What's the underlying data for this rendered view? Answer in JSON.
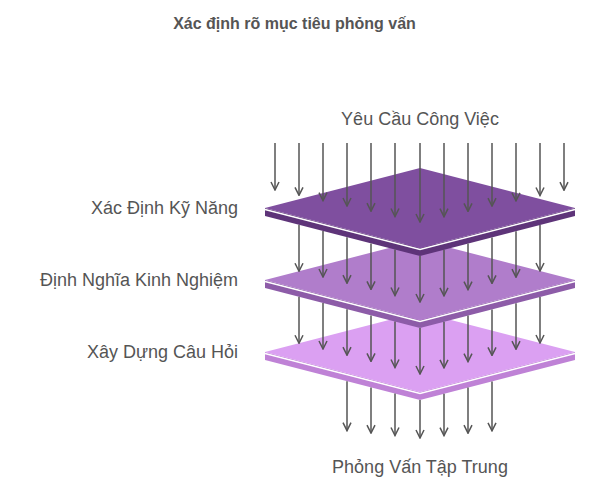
{
  "diagram": {
    "title": "Xác định rõ mục tiêu phỏng vấn",
    "nodes": [
      {
        "text": [
          "Xác Định Kỹ Năng"
        ]
      },
      {
        "text": [
          "Định Nghĩa Kinh Nghiệm"
        ]
      },
      {
        "text": [
          "Xây Dựng Câu Hỏi"
        ]
      }
    ],
    "edges": [
      {
        "from": 0,
        "to": 1,
        "arrow": "to"
      },
      {
        "from": 1,
        "to": 2,
        "arrow": "to"
      }
    ],
    "labels": [
      "Yêu Cầu Công Việc",
      "Phỏng Vấn Tập Trung"
    ]
  }
}
